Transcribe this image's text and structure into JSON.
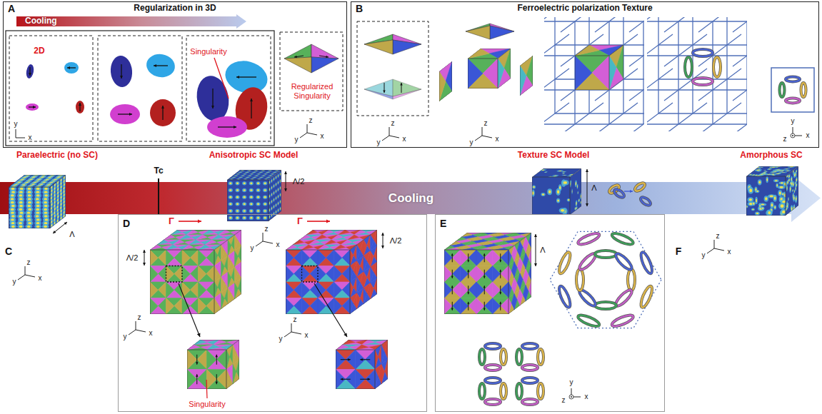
{
  "diagram": {
    "nodes": [
      {
        "text": [
          "A",
          "Regularization in 3D"
        ]
      },
      {
        "text": [
          "Cooling"
        ],
        "in": 0
      },
      {
        "text": [
          "B",
          "Ferroelectric polarization Texture"
        ]
      },
      {
        "text": [
          "Cooling"
        ]
      },
      {
        "text": [
          "D"
        ]
      },
      {
        "text": [
          "E"
        ]
      }
    ],
    "labels": [
      "2D",
      "y",
      "x",
      "Singularity",
      "Regularized Singularity",
      "z",
      "y",
      "x",
      "z",
      "y",
      "x",
      "z",
      "y",
      "x",
      "y",
      "z",
      "x",
      "Paraelectric (no SC)",
      "Tc",
      "Anisotropic SC Model",
      "Texture SC Model",
      "Amorphous SC",
      "C",
      "Λ",
      "z",
      "y",
      "x",
      "Λ/2",
      "z",
      "y",
      "x",
      "Λ",
      "F",
      "z",
      "y",
      "x",
      "Γ",
      "Λ/2",
      "z",
      "y",
      "x",
      "Singularity",
      "Γ",
      "Λ/2",
      "z",
      "y",
      "x",
      "Λ",
      "y",
      "z",
      "x"
    ]
  }
}
